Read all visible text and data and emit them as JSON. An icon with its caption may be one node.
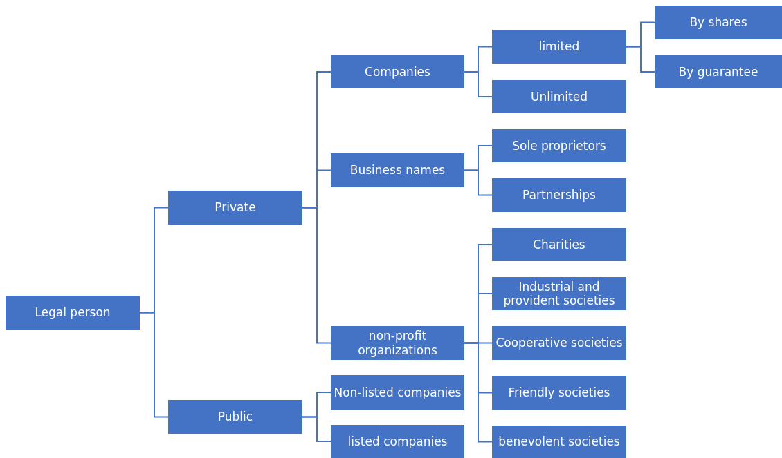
{
  "diagram": {
    "nodes": [
      {
        "text": [
          "Legal person"
        ]
      },
      {
        "text": [
          "Private"
        ]
      },
      {
        "text": [
          "Public"
        ]
      },
      {
        "text": [
          "Companies"
        ]
      },
      {
        "text": [
          "Business names"
        ]
      },
      {
        "text": [
          "non-profit organizations"
        ]
      },
      {
        "text": [
          "limited"
        ]
      },
      {
        "text": [
          "Unlimited"
        ]
      },
      {
        "text": [
          "By shares"
        ]
      },
      {
        "text": [
          "By guarantee"
        ]
      },
      {
        "text": [
          "Sole proprietors"
        ]
      },
      {
        "text": [
          "Partnerships"
        ]
      },
      {
        "text": [
          "Charities"
        ]
      },
      {
        "text": [
          "Industrial and provident societies"
        ]
      },
      {
        "text": [
          "Cooperative societies"
        ]
      },
      {
        "text": [
          "Friendly societies"
        ]
      },
      {
        "text": [
          "benevolent societies"
        ]
      },
      {
        "text": [
          "Non-listed companies"
        ]
      },
      {
        "text": [
          "listed companies"
        ]
      }
    ],
    "edges": [
      {
        "from": 0,
        "to": 1,
        "arrow": "none"
      },
      {
        "from": 0,
        "to": 2,
        "arrow": "none"
      },
      {
        "from": 1,
        "to": 3,
        "arrow": "none"
      },
      {
        "from": 1,
        "to": 4,
        "arrow": "none"
      },
      {
        "from": 1,
        "to": 5,
        "arrow": "none"
      },
      {
        "from": 3,
        "to": 6,
        "arrow": "none"
      },
      {
        "from": 3,
        "to": 7,
        "arrow": "none"
      },
      {
        "from": 6,
        "to": 8,
        "arrow": "none"
      },
      {
        "from": 6,
        "to": 9,
        "arrow": "none"
      },
      {
        "from": 4,
        "to": 10,
        "arrow": "none"
      },
      {
        "from": 4,
        "to": 11,
        "arrow": "none"
      },
      {
        "from": 5,
        "to": 12,
        "arrow": "none"
      },
      {
        "from": 5,
        "to": 13,
        "arrow": "none"
      },
      {
        "from": 5,
        "to": 14,
        "arrow": "none"
      },
      {
        "from": 5,
        "to": 15,
        "arrow": "none"
      },
      {
        "from": 5,
        "to": 16,
        "arrow": "none"
      },
      {
        "from": 2,
        "to": 17,
        "arrow": "none"
      },
      {
        "from": 2,
        "to": 18,
        "arrow": "none"
      }
    ]
  }
}
